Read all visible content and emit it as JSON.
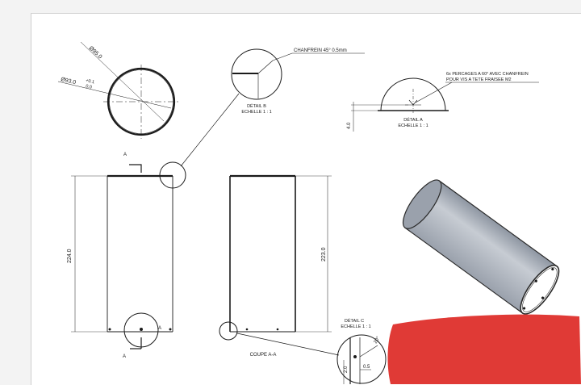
{
  "top_view": {
    "dia_outer": "Ø95.0",
    "dia_inner": "Ø93.0",
    "tol_upper": "+0.1",
    "tol_lower": "0.0"
  },
  "detail_b": {
    "title": "DÉTAIL B",
    "scale": "ECHELLE 1 : 1",
    "note": "CHANFREIN 45° 0.5mm"
  },
  "detail_a": {
    "title": "DÉTAIL A",
    "scale": "ECHELLE 1 : 1",
    "note_line1": "6x PERCAGES A 60° AVEC CHANFREIN",
    "note_line2": "POUR VIS A TETE FRAISEE M2",
    "dim_height": "4.0"
  },
  "front_view": {
    "height": "224.0",
    "section_letter_top": "A",
    "section_letter_bottom": "A",
    "section_letter_side": "A"
  },
  "section_view": {
    "title": "COUPE A-A",
    "height": "223.0"
  },
  "detail_c": {
    "title": "DÉTAIL C",
    "scale": "ECHELLE 1 : 1",
    "dim_vertical": "2.0",
    "dim_horizontal": "0.5",
    "dim_angle": "20°"
  },
  "colors": {
    "line": "#1a1a1a",
    "cylinder": "#a9b0bb",
    "redaction": "#e03a36"
  }
}
